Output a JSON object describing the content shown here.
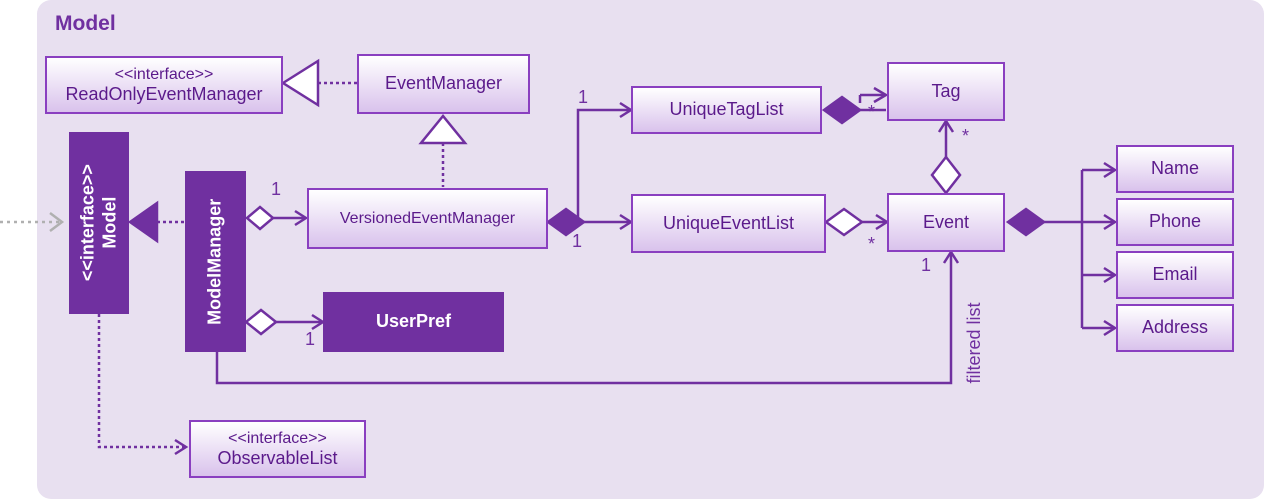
{
  "package": {
    "title": "Model"
  },
  "classes": {
    "read_only_event_manager": {
      "stereotype": "<<interface>>",
      "name": "ReadOnlyEventManager"
    },
    "event_manager": {
      "name": "EventManager"
    },
    "model": {
      "stereotype": "<<interface>>",
      "name": "Model"
    },
    "model_manager": {
      "name": "ModelManager"
    },
    "versioned_event_manager": {
      "name": "VersionedEventManager"
    },
    "user_pref": {
      "name": "UserPref"
    },
    "unique_tag_list": {
      "name": "UniqueTagList"
    },
    "unique_event_list": {
      "name": "UniqueEventList"
    },
    "tag": {
      "name": "Tag"
    },
    "event": {
      "name": "Event"
    },
    "name": {
      "name": "Name"
    },
    "phone": {
      "name": "Phone"
    },
    "email": {
      "name": "Email"
    },
    "address": {
      "name": "Address"
    },
    "observable_list": {
      "stereotype": "<<interface>>",
      "name": "ObservableList"
    }
  },
  "multiplicities": {
    "model_manager_versioned": "1",
    "model_manager_userpref": "1",
    "versioned_tag_list": "1",
    "versioned_event_list": "1",
    "tag_list_tag": "*",
    "event_list_event": "*",
    "event_tag": "*",
    "event_filtered": "1"
  },
  "edge_labels": {
    "filtered_list": "filtered list"
  },
  "colors": {
    "accent": "#7030A0",
    "box_border": "#8A3FC0",
    "line": "#7030A0",
    "external_dashed": "#B0B0B0",
    "background": "#E8E0F0"
  }
}
